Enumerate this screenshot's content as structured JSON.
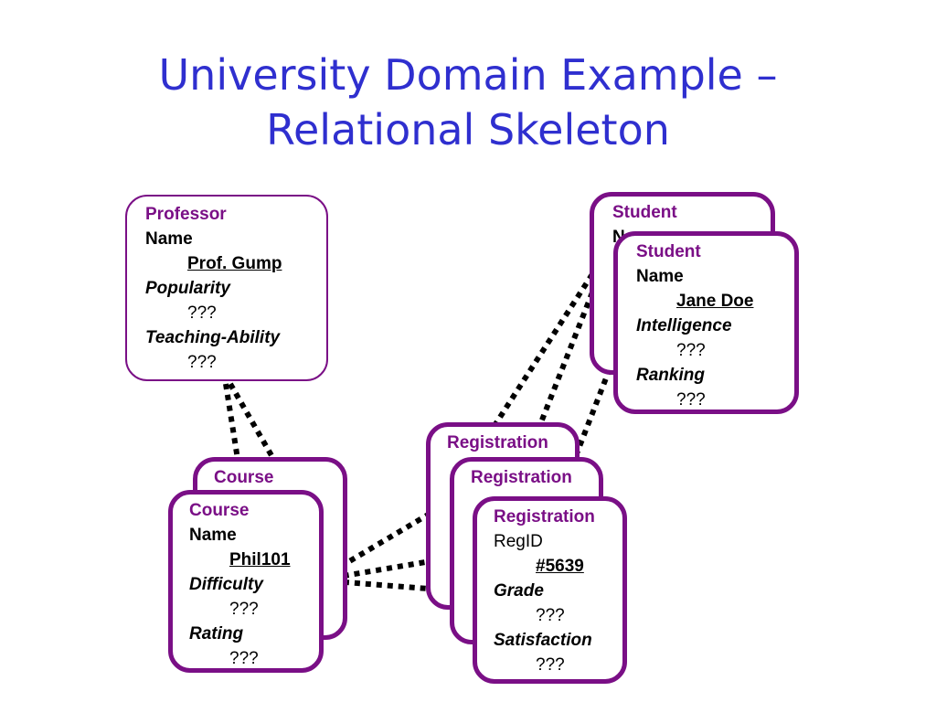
{
  "title": {
    "line1": "University Domain Example –",
    "line2": "Relational Skeleton"
  },
  "colors": {
    "title": "#2f2fcf",
    "box_border": "#7a0f86",
    "header_text": "#7a0f86",
    "link_line": "#000000"
  },
  "professor": {
    "header": "Professor",
    "name_label": "Name",
    "name_value": "Prof. Gump",
    "attr1_label": "Popularity",
    "attr1_value": "???",
    "attr2_label": "Teaching-Ability",
    "attr2_value": "???"
  },
  "student_back": {
    "header": "Student",
    "name_label_partial": "Na"
  },
  "student_front": {
    "header": "Student",
    "name_label": "Name",
    "name_value": "Jane Doe",
    "attr1_label": "Intelligence",
    "attr1_value": "???",
    "attr2_label": "Ranking",
    "attr2_value": "???"
  },
  "course_back": {
    "header": "Course"
  },
  "course_front": {
    "header": "Course",
    "name_label": "Name",
    "name_value": "Phil101",
    "attr1_label": "Difficulty",
    "attr1_value": "???",
    "attr2_label": "Rating",
    "attr2_value": "???"
  },
  "registration_back": {
    "header": "Registration"
  },
  "registration_mid": {
    "header": "Registration"
  },
  "registration_front": {
    "header": "Registration",
    "id_label": "RegID",
    "id_value": "#5639",
    "attr1_label": "Grade",
    "attr1_value": "???",
    "attr2_label": "Satisfaction",
    "attr2_value": "???"
  }
}
